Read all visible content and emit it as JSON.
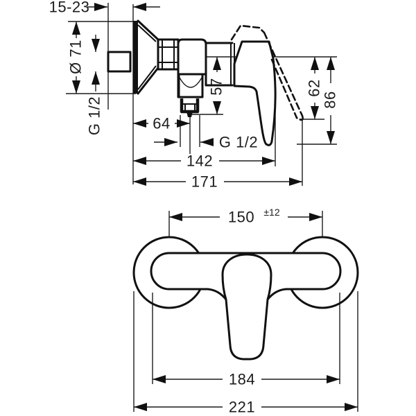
{
  "colors": {
    "line": "#1c1c1c",
    "background": "#ffffff"
  },
  "dimensions": {
    "side": {
      "wall_depth_range": "15-23",
      "escutcheon_diameter": "Ø 71",
      "supply_thread": "G 1/2",
      "outlet_drop": "57",
      "lever_drop_open": "62",
      "lever_drop_closed": "86",
      "outlet_offset": "64",
      "outlet_thread": "G 1/2",
      "depth_to_handle": "142",
      "depth_total": "171"
    },
    "front": {
      "center_distance": "150",
      "center_tolerance": "±12",
      "body_width": "184",
      "overall_width": "221"
    }
  }
}
